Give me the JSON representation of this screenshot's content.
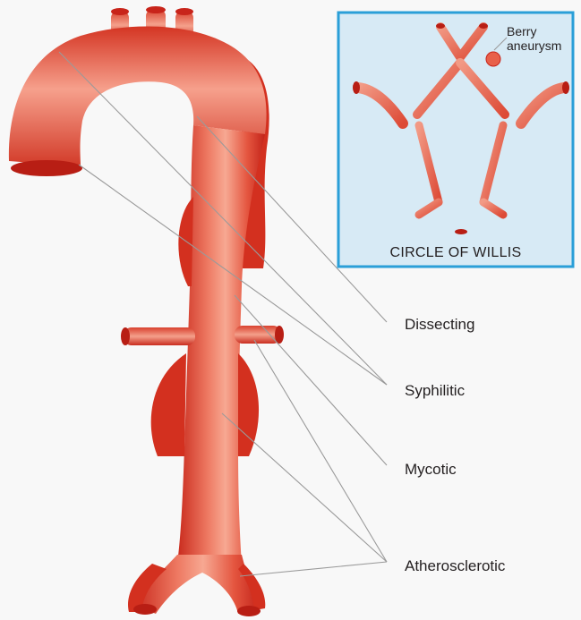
{
  "labels": {
    "dissecting": "Dissecting",
    "syphilitic": "Syphilitic",
    "mycotic": "Mycotic",
    "atherosclerotic": "Atherosclerotic"
  },
  "inset": {
    "title": "CIRCLE OF WILLIS",
    "berry_line1": "Berry",
    "berry_line2": "aneurysm"
  },
  "colors": {
    "vessel_light": "#f6a08c",
    "vessel_mid": "#e24a36",
    "vessel_dark": "#c8241a",
    "inset_bg": "#d7eaf5",
    "inset_border": "#2a9fd8"
  }
}
